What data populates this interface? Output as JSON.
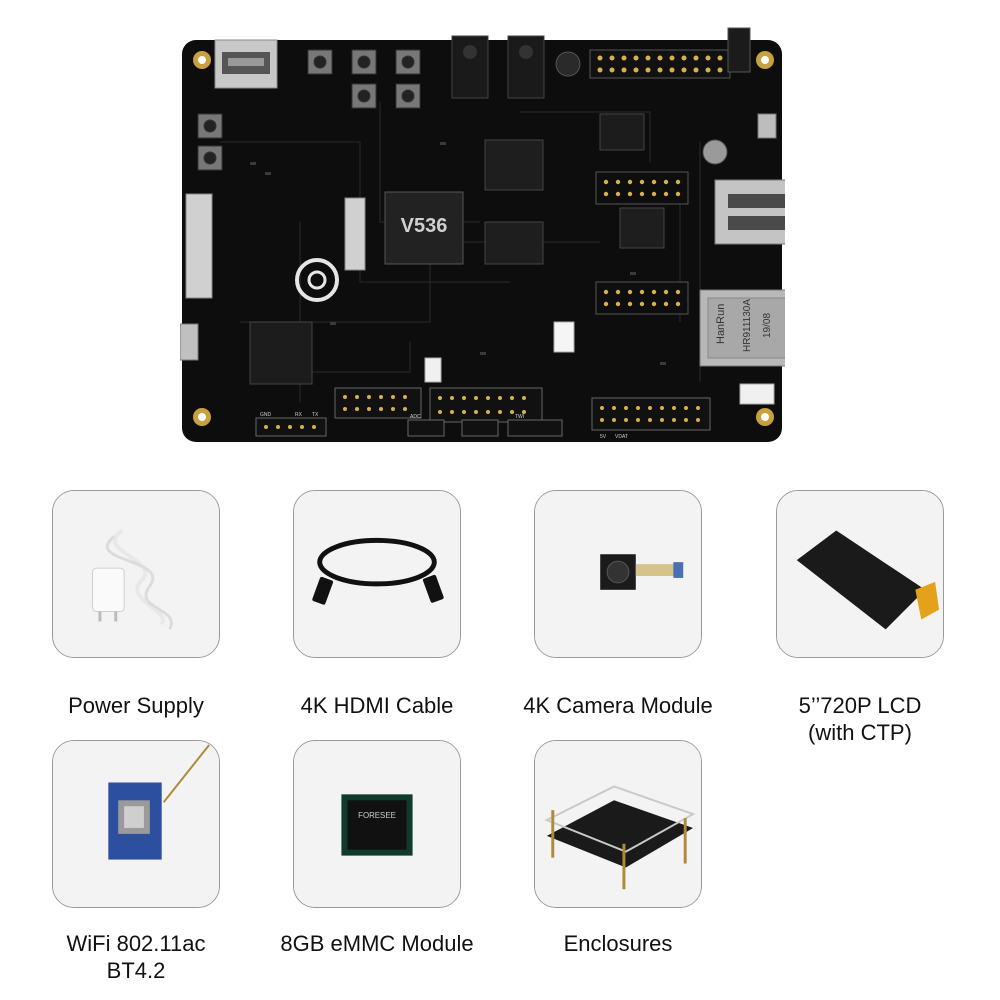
{
  "board": {
    "chip_label": "V536",
    "rj45_brand": "HanRun",
    "rj45_model": "HR911130A",
    "rj45_date": "19/08",
    "header_labels": {
      "gnd": "GND",
      "rx": "RX",
      "tx": "TX",
      "adc": "ADC",
      "twi": "TWI",
      "five_v": "5V",
      "vdat": "VDAT"
    }
  },
  "accessories": [
    {
      "label": "Power Supply"
    },
    {
      "label": "4K HDMI Cable"
    },
    {
      "label": "4K Camera Module"
    },
    {
      "label": "5’’720P LCD",
      "label2": "(with CTP)"
    },
    {
      "label": "WiFi 802.11ac",
      "label2": "BT4.2"
    },
    {
      "label": "8GB eMMC Module",
      "chip_text": "FORESEE"
    },
    {
      "label": "Enclosures"
    }
  ]
}
